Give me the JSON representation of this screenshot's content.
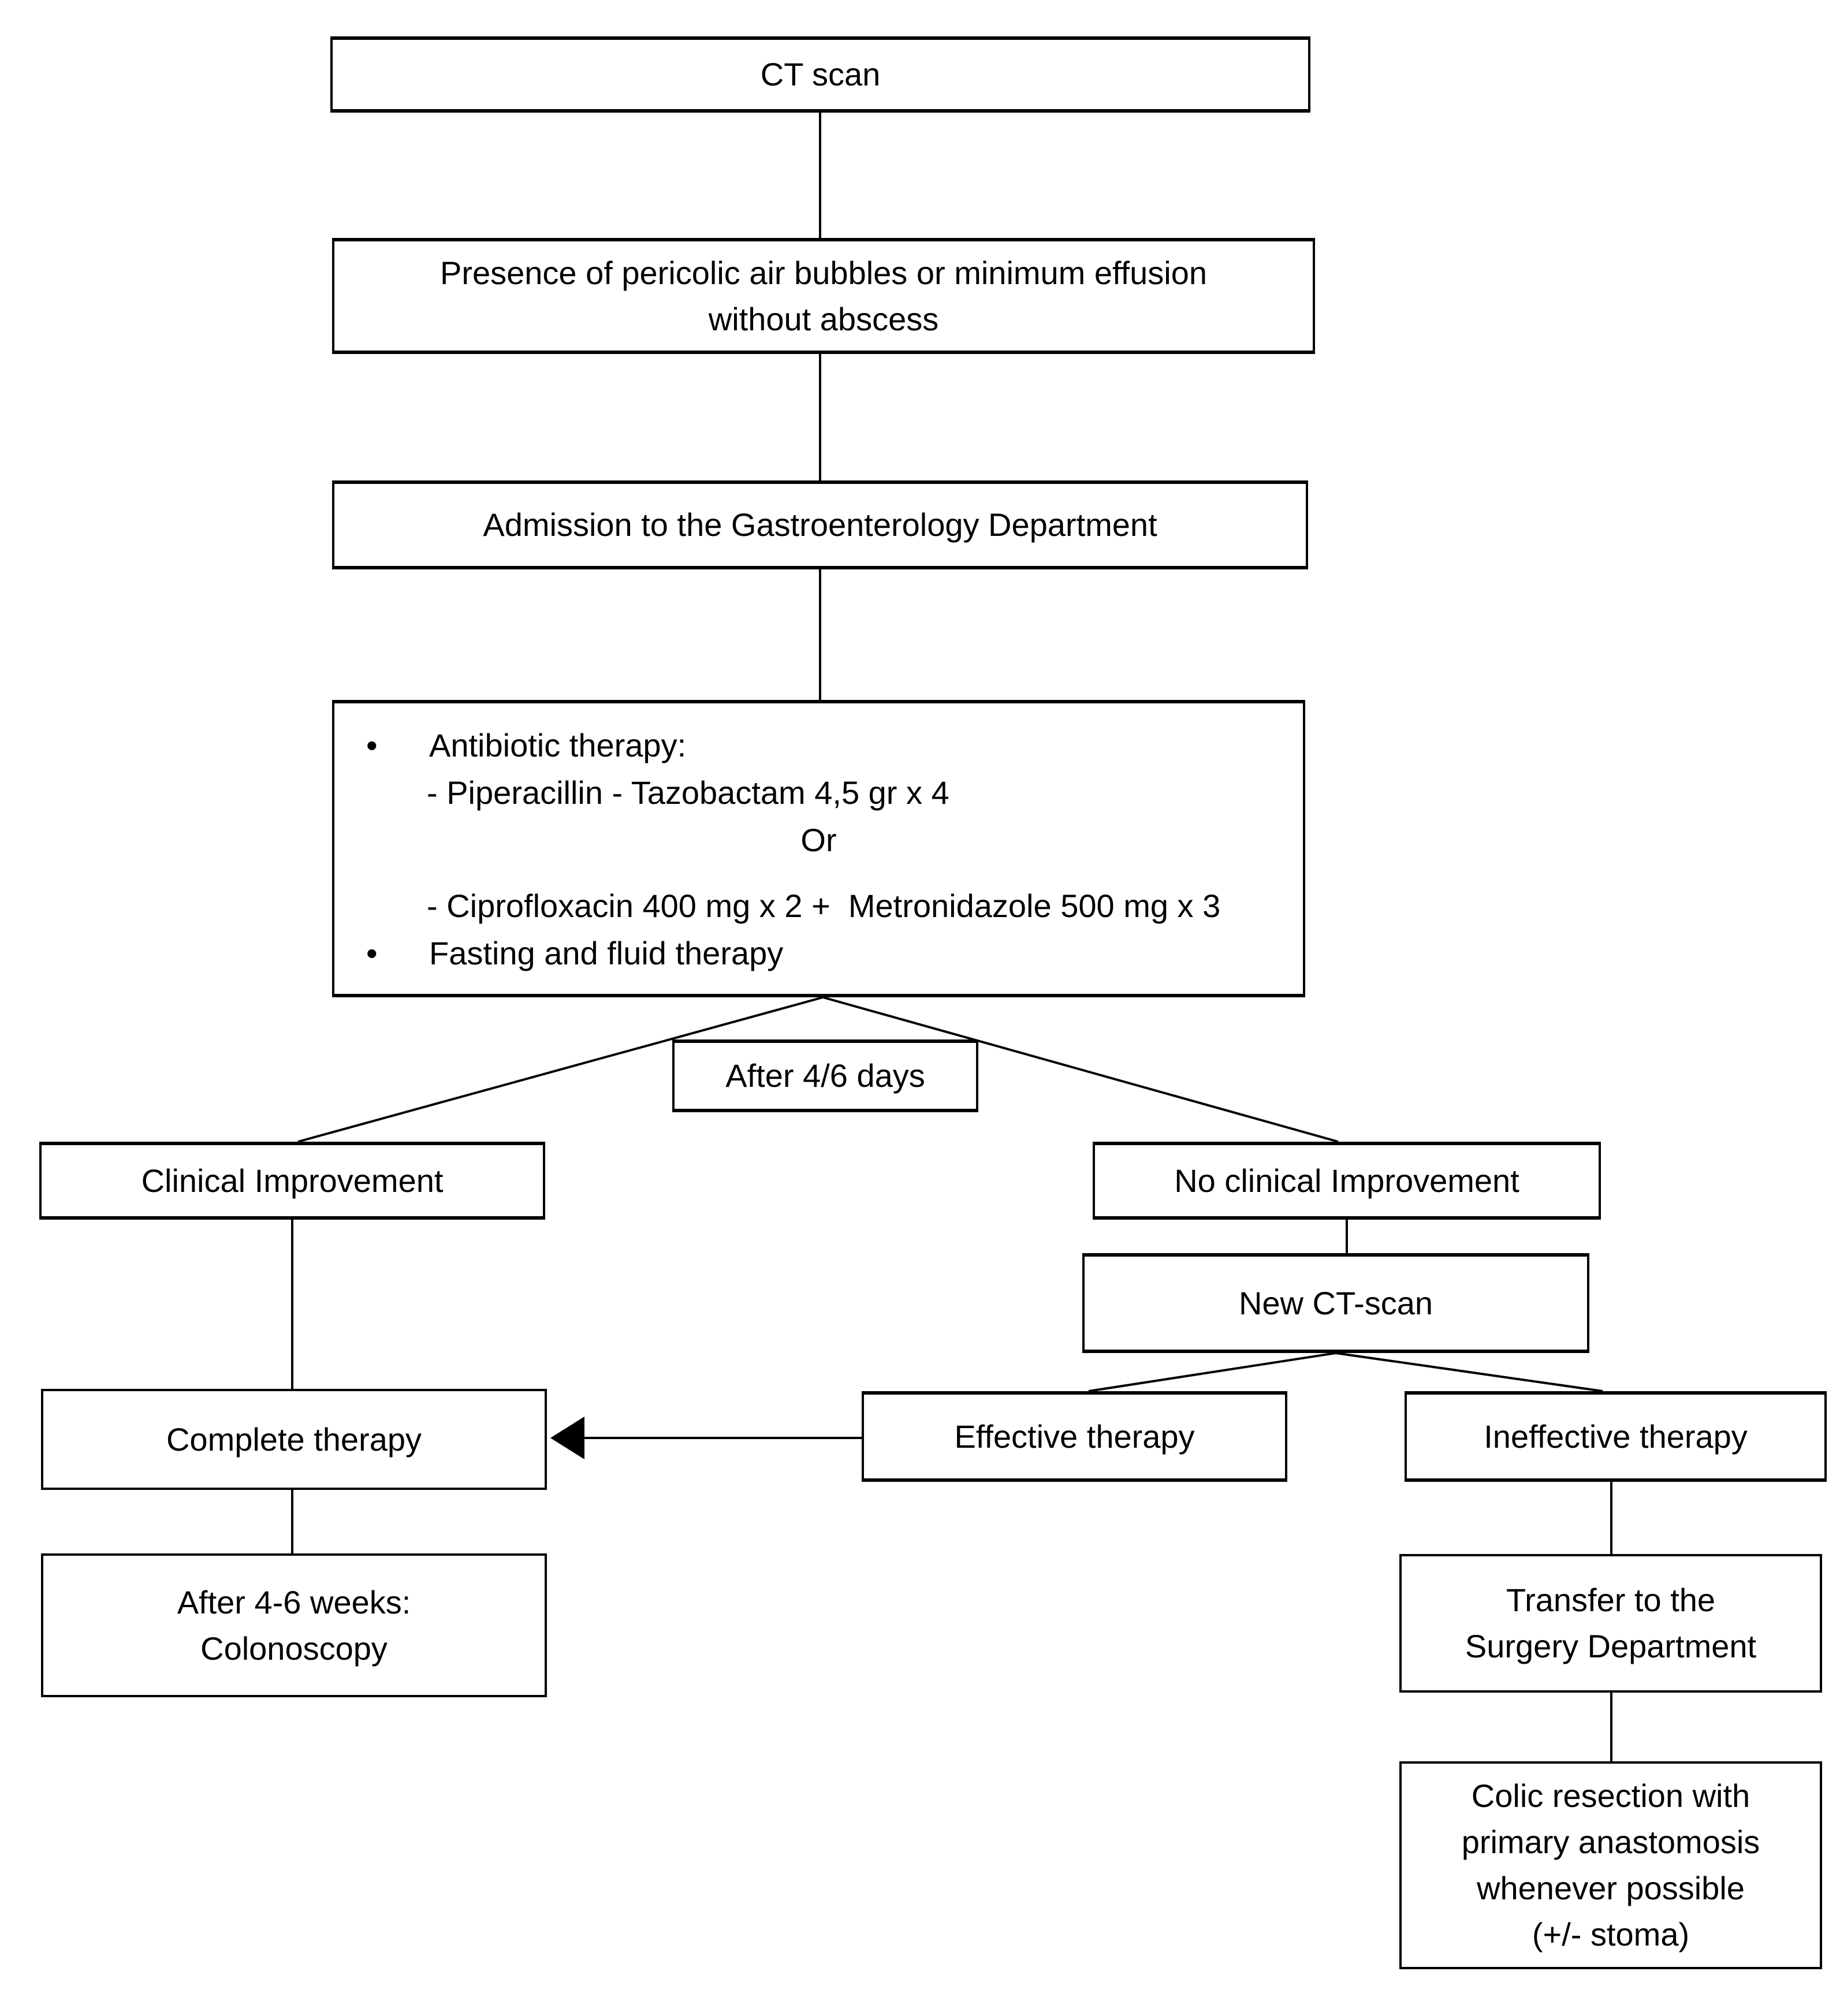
{
  "diagram": {
    "bullet_glyph": "•",
    "colors": {
      "background": "#ffffff",
      "box_fill": "#ffffff",
      "box_border": "#000000",
      "line": "#000000",
      "text": "#000000"
    },
    "nodes": {
      "ct_scan": {
        "label": "CT scan"
      },
      "presence": {
        "line1": "Presence of pericolic air bubbles or minimum effusion",
        "line2": "without abscess"
      },
      "admission": {
        "label": "Admission to the Gastroenterology Department"
      },
      "therapy": {
        "bullet1": "Antibiotic therapy:",
        "option1": "- Piperacillin - Tazobactam 4,5 gr x 4",
        "or": "Or",
        "option2": "- Ciprofloxacin 400 mg x 2 +  Metronidazole 500 mg x 3",
        "bullet2": "Fasting and fluid therapy"
      },
      "after_days": {
        "label": "After 4/6 days"
      },
      "clinical": {
        "label": "Clinical Improvement"
      },
      "no_clinical": {
        "label": "No clinical Improvement"
      },
      "new_ct": {
        "label": "New CT-scan"
      },
      "complete": {
        "label": "Complete therapy"
      },
      "after_weeks": {
        "line1": "After 4-6 weeks:",
        "line2": "Colonoscopy"
      },
      "effective": {
        "label": "Effective therapy"
      },
      "ineffective": {
        "label": "Ineffective therapy"
      },
      "transfer": {
        "line1": "Transfer to the",
        "line2": "Surgery Department"
      },
      "colic": {
        "line1": "Colic resection with",
        "line2": "primary anastomosis",
        "line3": "whenever possible",
        "line4": "(+/- stoma)"
      }
    }
  }
}
